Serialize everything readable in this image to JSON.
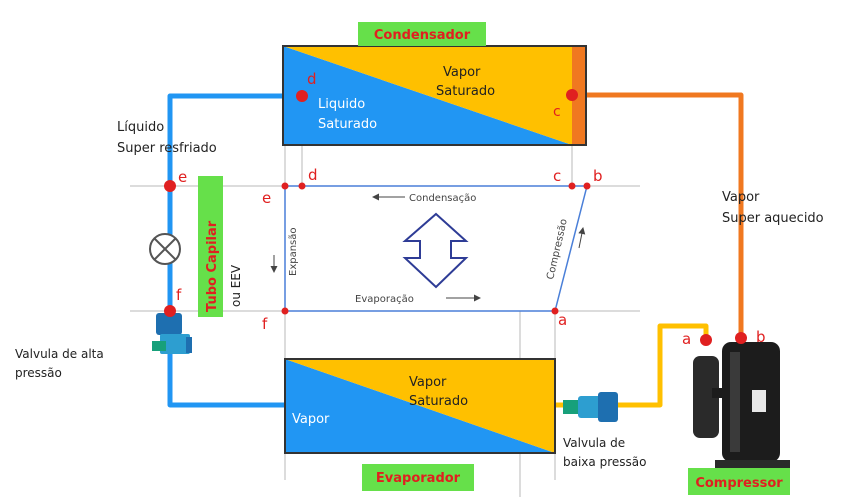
{
  "labels": {
    "condenser": "Condensador",
    "evaporator": "Evaporador",
    "compressor": "Compressor",
    "capillary_tube": "Tubo Capilar",
    "capillary_alt": "ou EEV",
    "vapor_saturated": "Vapor",
    "vapor_saturated_2": "Saturado",
    "liquid_saturated": "Liquido",
    "liquid_saturated_2": "Saturado",
    "vapor": "Vapor",
    "liquid_subcooled_1": "Líquido",
    "liquid_subcooled_2": "Super resfriado",
    "vapor_superheated_1": "Vapor",
    "vapor_superheated_2": "Super aquecido",
    "high_valve_1": "Valvula de alta",
    "high_valve_2": "pressão",
    "low_valve_1": "Valvula de",
    "low_valve_2": "baixa pressão",
    "condensation": "Condensação",
    "evaporation": "Evaporação",
    "expansion": "Expansão",
    "compression": "Compressão"
  },
  "points": {
    "a": "a",
    "b": "b",
    "c": "c",
    "d": "d",
    "e": "e",
    "f": "f"
  },
  "colors": {
    "blue": "#2196f3",
    "yellow": "#ffc000",
    "orange": "#f07820",
    "green": "#66e04a",
    "red": "#e02020",
    "cycle_line": "#4a7fd8"
  }
}
